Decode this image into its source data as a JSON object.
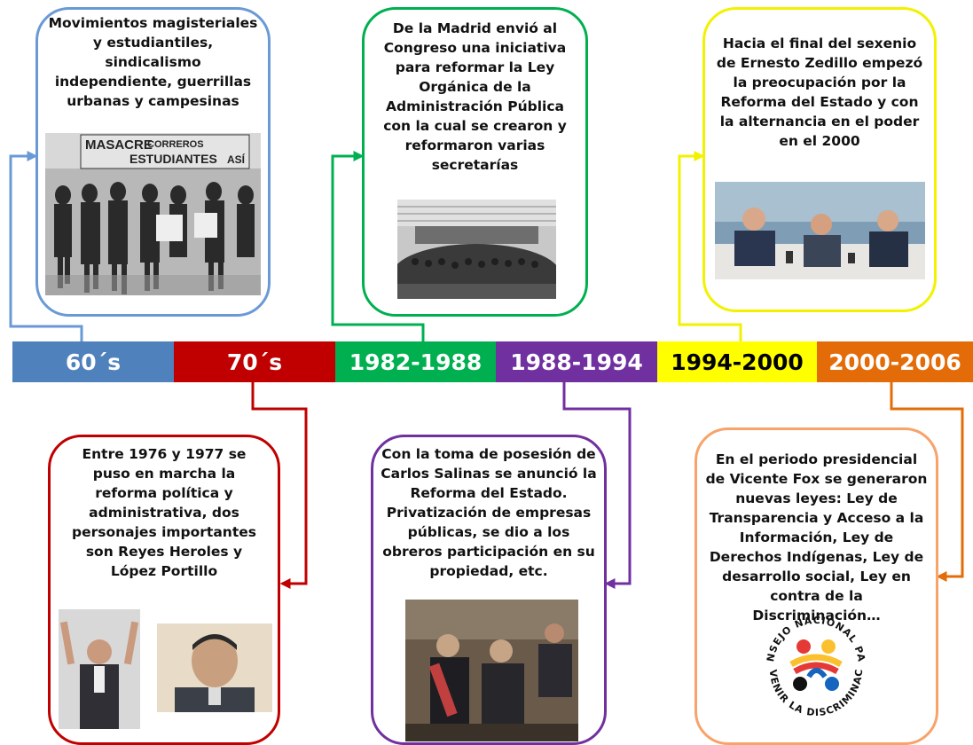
{
  "timeline": [
    {
      "label": "60´s",
      "color": "#4f81bd",
      "text_color": "#ffffff"
    },
    {
      "label": "70´s",
      "color": "#c00000",
      "text_color": "#ffffff"
    },
    {
      "label": "1982-1988",
      "color": "#00b050",
      "text_color": "#ffffff"
    },
    {
      "label": "1988-1994",
      "color": "#7030a0",
      "text_color": "#ffffff"
    },
    {
      "label": "1994-2000",
      "color": "#ffff00",
      "text_color": "#000000"
    },
    {
      "label": "2000-2006",
      "color": "#e36c09",
      "text_color": "#ffffff"
    }
  ],
  "boxes": {
    "box_60s": "Movimientos magisteriales y estudiantiles, sindicalismo independiente, guerrillas urbanas  y campesinas",
    "box_70s": "Entre 1976 y 1977 se puso en marcha la reforma política y administrativa, dos personajes importantes son Reyes Heroles y López Portillo",
    "box_1982": "De la Madrid envió al Congreso una iniciativa para reformar la Ley Orgánica de la Administración Pública con la cual se crearon y reformaron varias secretarías",
    "box_1988": "Con la toma de posesión de Carlos Salinas se anunció la Reforma del Estado. Privatización de empresas públicas, se dio a los obreros participación  en su propiedad, etc.",
    "box_1994": "Hacia el final  del sexenio de Ernesto Zedillo empezó la preocupación por la Reforma del Estado y con la alternancia  en el poder en el 2000",
    "box_2000": "En el periodo presidencial de Vicente Fox se generaron nuevas leyes: Ley de Transparencia y Acceso a la Información, Ley de Derechos Indígenas, Ley de desarrollo social,  Ley en contra de la Discriminación…"
  },
  "photos": {
    "protest_signs": [
      "MASACRE",
      "CORREROS",
      "ESTUDIANTES",
      "ASÍ"
    ],
    "logo_text_top": "CONSEJO NACIONAL PARA",
    "logo_text_bottom": "PREVENIR LA DISCRIMINACIÓN"
  }
}
